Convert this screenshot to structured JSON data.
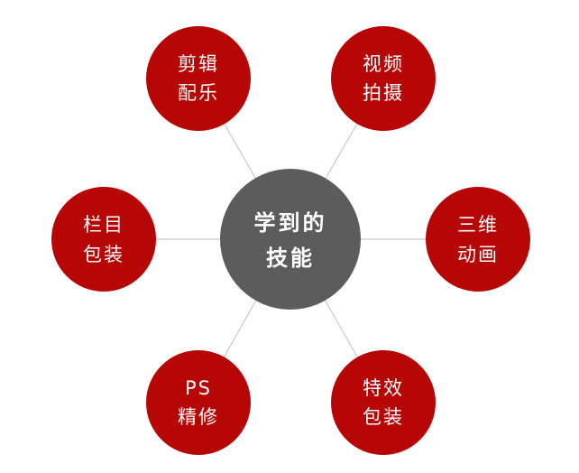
{
  "colors": {
    "node_fill": "#b70606",
    "center_fill": "#5c5c5c",
    "connector": "#c8c8c8",
    "text": "#ffffff"
  },
  "center": {
    "line1": "学到的",
    "line2": "技能"
  },
  "nodes": [
    {
      "id": "editing-music",
      "line1": "剪辑",
      "line2": "配乐"
    },
    {
      "id": "video-shooting",
      "line1": "视频",
      "line2": "拍摄"
    },
    {
      "id": "3d-animation",
      "line1": "三维",
      "line2": "动画"
    },
    {
      "id": "vfx-packaging",
      "line1": "特效",
      "line2": "包装"
    },
    {
      "id": "ps-retouching",
      "line1": "PS",
      "line2": "精修"
    },
    {
      "id": "column-packaging",
      "line1": "栏目",
      "line2": "包装"
    }
  ]
}
